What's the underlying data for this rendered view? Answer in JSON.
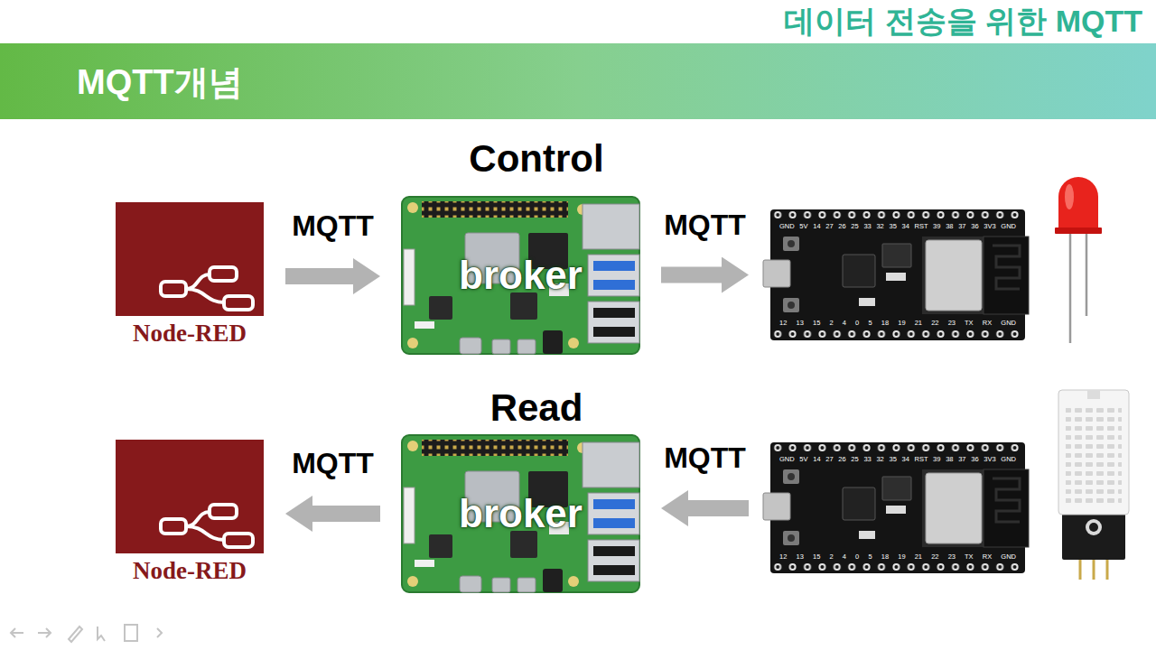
{
  "diagram": {
    "title": "MQTT개념",
    "nodes": [
      {
        "text": [
          "Node-RED"
        ]
      },
      {
        "text": [
          "broker"
        ]
      },
      {
        "text": [
          "GND 5V 14 27 26 25 33 32 35 34 RST 39 38 37 36 3V3 GND",
          "12 13 15 2 4 0 5 18 19 21 22 23 TX RX GND"
        ]
      },
      {
        "text": [
          "Node-RED"
        ]
      },
      {
        "text": [
          "broker"
        ]
      },
      {
        "text": [
          "GND 5V 14 27 26 25 33 32 35 34 RST 39 38 37 36 3V3 GND",
          "12 13 15 2 4 0 5 18 19 21 22 23 TX RX GND"
        ]
      }
    ],
    "edges": [
      {
        "from": 0,
        "to": 1,
        "label": "MQTT",
        "arrow": "to"
      },
      {
        "from": 1,
        "to": 2,
        "label": "MQTT",
        "arrow": "to"
      },
      {
        "from": 5,
        "to": 4,
        "label": "MQTT",
        "arrow": "to"
      },
      {
        "from": 4,
        "to": 3,
        "label": "MQTT",
        "arrow": "to"
      }
    ],
    "labels": [
      "데이터 전송을 위한 MQTT",
      "Control",
      "Read"
    ]
  }
}
